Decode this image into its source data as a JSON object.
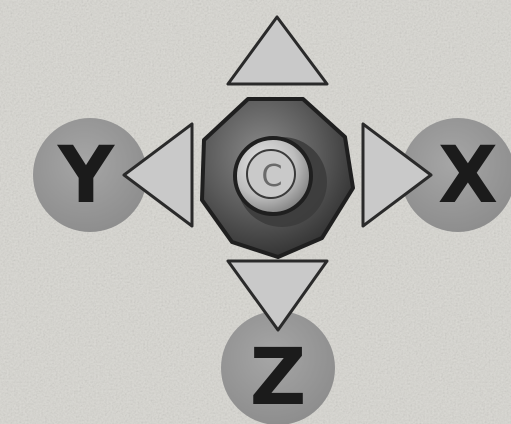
{
  "controls": {
    "top_arrow": {
      "icon": "triangle-up-icon"
    },
    "left_arrow": {
      "icon": "triangle-left-icon"
    },
    "right_arrow": {
      "icon": "triangle-right-icon"
    },
    "bottom_arrow": {
      "icon": "triangle-down-icon"
    },
    "center_stick": {
      "label": "C",
      "icon": "octagon-stick-icon"
    },
    "button_y": {
      "label": "Y"
    },
    "button_x": {
      "label": "X"
    },
    "button_z": {
      "label": "Z"
    }
  },
  "colors": {
    "background": "#dcdbd6",
    "button_fill": "#9a9a9a",
    "arrow_fill": "#c9c9c9",
    "arrow_stroke": "#2a2a2a",
    "label": "#1b1b1b",
    "stick_dark": "#4a4a4a",
    "stick_light": "#d2d2d2"
  }
}
